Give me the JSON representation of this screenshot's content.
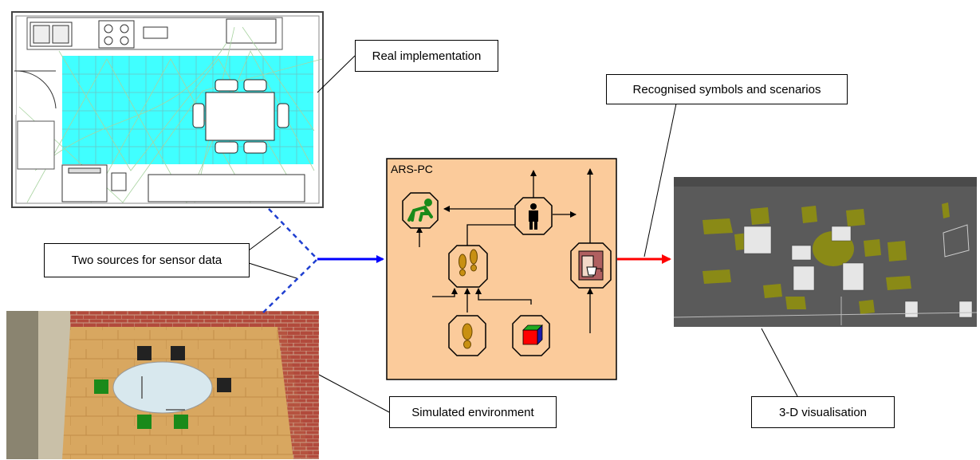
{
  "labels": {
    "real_implementation": "Real implementation",
    "two_sources": "Two sources for sensor data",
    "simulated_environment": "Simulated environment",
    "recognised_symbols": "Recognised symbols and scenarios",
    "visualisation_3d": "3-D visualisation",
    "ars_pc": "ARS-PC"
  },
  "colors": {
    "floor_grid": "#00ffff",
    "ars_box": "#fbcb9b",
    "input_arrow": "#0000ff",
    "output_arrow": "#ff0000",
    "dashed_link": "#1f3fd0",
    "viz_background": "#5a5a5a",
    "viz_object": "#8a8a16"
  },
  "icons": [
    "kitchen-floorplan-image",
    "simulated-room-image",
    "person-crouching-icon",
    "person-standing-icon",
    "footprints-icon",
    "footprint-icon",
    "colored-cube-icon",
    "coffee-machine-icon",
    "visualisation-render-image"
  ]
}
